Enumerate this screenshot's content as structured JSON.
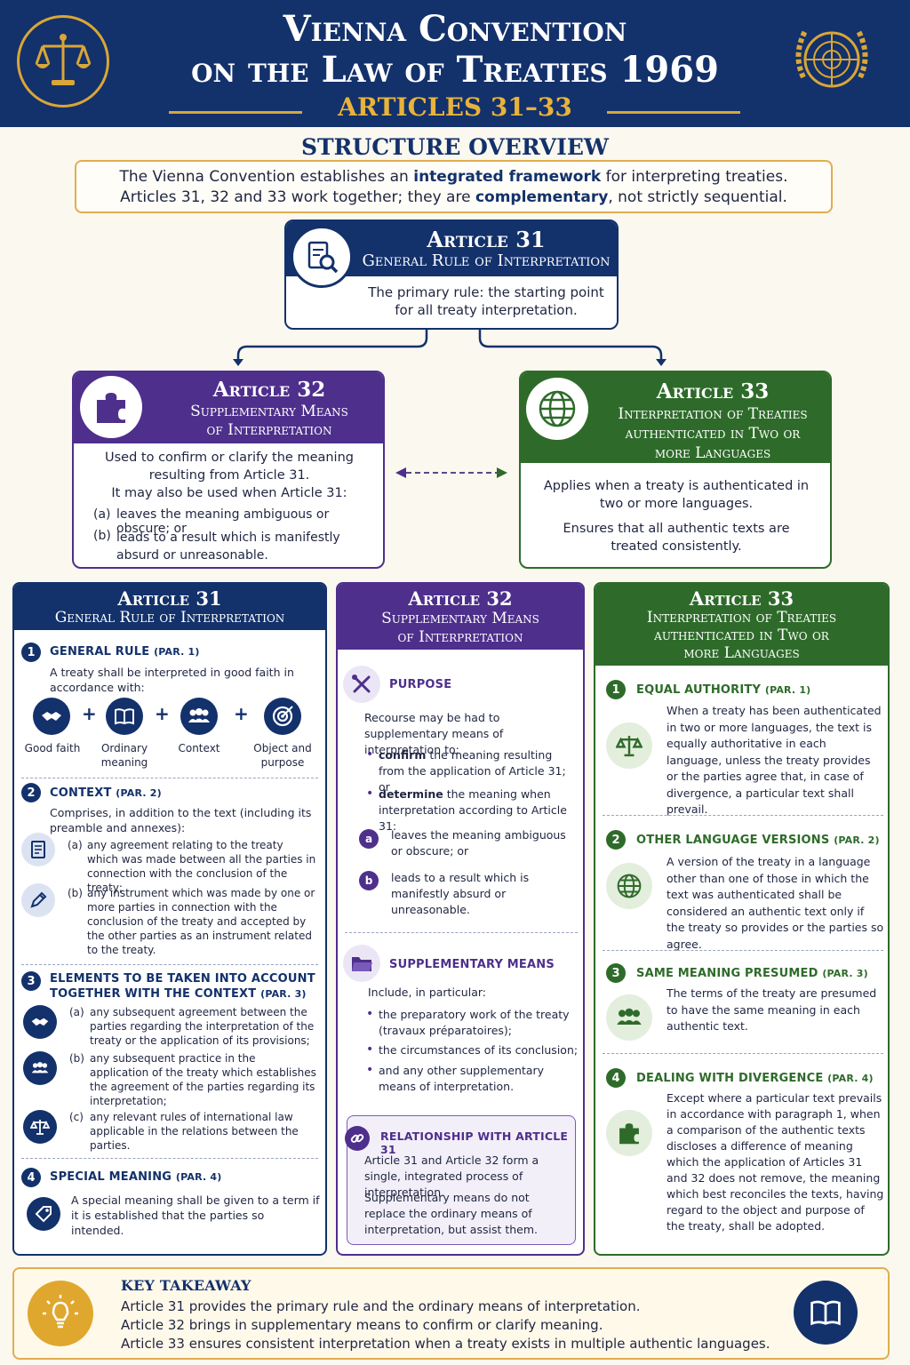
{
  "header": {
    "title_line1": "Vienna Convention",
    "title_line2": "on the Law of Treaties 1969",
    "subtitle": "ARTICLES 31–33"
  },
  "overview": {
    "title": "STRUCTURE OVERVIEW",
    "line1_a": "The Vienna Convention establishes an ",
    "line1_b": "integrated framework",
    "line1_c": " for interpreting treaties.",
    "line2_a": "Articles 31, 32 and 33 work together; they are ",
    "line2_b": "complementary",
    "line2_c": ", not strictly sequential."
  },
  "art31_top": {
    "title": "Article 31",
    "subtitle": "General Rule of Interpretation",
    "text1": "The primary rule: the starting point",
    "text2": "for all treaty interpretation."
  },
  "art32_top": {
    "title": "Article 32",
    "subtitle1": "Supplementary Means",
    "subtitle2": "of Interpretation",
    "l1": "Used to confirm or clarify the meaning",
    "l2": "resulting from Article 31.",
    "l3": "It may also be used when Article 31:",
    "a_label": "(a)",
    "a": "leaves the meaning ambiguous or obscure; or",
    "b_label": "(b)",
    "b1": "leads to a result which is manifestly",
    "b2": "absurd or unreasonable."
  },
  "art33_top": {
    "title": "Article 33",
    "subtitle1": "Interpretation of Treaties",
    "subtitle2": "authenticated in Two or",
    "subtitle3": "more Languages",
    "l1": "Applies when a treaty is authenticated in",
    "l2": "two or more languages.",
    "l3": "Ensures that all authentic texts are",
    "l4": "treated consistently."
  },
  "col31": {
    "title": "Article 31",
    "subtitle": "General Rule of Interpretation",
    "s1": {
      "num": "1",
      "head": "GENERAL RULE",
      "par": "(PAR. 1)",
      "text1": "A treaty shall be interpreted in good faith in",
      "text2": "accordance with:",
      "plus": "+",
      "i1": "Good faith",
      "i2a": "Ordinary",
      "i2b": "meaning",
      "i3": "Context",
      "i4a": "Object and",
      "i4b": "purpose"
    },
    "s2": {
      "num": "2",
      "head": "CONTEXT",
      "par": "(PAR. 2)",
      "text1": "Comprises, in addition to the text (including its",
      "text2": "preamble and annexes):",
      "a_label": "(a)",
      "a": "any agreement relating to the treaty which was made between all the parties in connection with the conclusion of the treaty;",
      "b_label": "(b)",
      "b": "any instrument which was made by one or more parties in connection with the conclusion of the treaty and accepted by the other parties as an instrument related to the treaty."
    },
    "s3": {
      "num": "3",
      "head1": "ELEMENTS TO BE TAKEN INTO ACCOUNT",
      "head2": "TOGETHER WITH THE CONTEXT",
      "par": "(PAR. 3)",
      "a_label": "(a)",
      "a": "any subsequent agreement between the parties regarding the interpretation of the treaty or the application of its provisions;",
      "b_label": "(b)",
      "b": "any subsequent practice in the application of the treaty which establishes the agreement of the parties regarding its interpretation;",
      "c_label": "(c)",
      "c": "any relevant rules of international law applicable in the relations between the parties."
    },
    "s4": {
      "num": "4",
      "head": "SPECIAL MEANING",
      "par": "(PAR. 4)",
      "text": "A special meaning shall be given to a term if it is established that the parties so intended."
    }
  },
  "col32": {
    "title": "Article 32",
    "subtitle1": "Supplementary Means",
    "subtitle2": "of Interpretation",
    "purpose": {
      "head": "PURPOSE",
      "text": "Recourse may be had to supplementary means of interpretation to:",
      "b1_bold": "confirm",
      "b1": " the meaning resulting from the application of Article 31; or",
      "b2_bold": "determine",
      "b2": " the meaning when interpretation according to Article 31:",
      "a_label": "a",
      "a": "leaves the meaning ambiguous or obscure; or",
      "b_label": "b",
      "b": "leads to a result which is manifestly absurd or unreasonable."
    },
    "means": {
      "head": "SUPPLEMENTARY MEANS",
      "text": "Include, in particular:",
      "i1": "the preparatory work of the treaty (travaux préparatoires);",
      "i2": "the circumstances of its conclusion;",
      "i3": "and any other supplementary means of interpretation."
    },
    "rel": {
      "head": "RELATIONSHIP WITH ARTICLE 31",
      "t1": "Article 31 and Article 32 form a single, integrated process of interpretation.",
      "t2": "Supplementary means do not replace the ordinary means of interpretation, but assist them."
    }
  },
  "col33": {
    "title": "Article 33",
    "subtitle1": "Interpretation of Treaties",
    "subtitle2": "authenticated in Two or",
    "subtitle3": "more Languages",
    "s1": {
      "num": "1",
      "head": "EQUAL AUTHORITY",
      "par": "(PAR. 1)",
      "text": "When a treaty has been authenticated in two or more languages, the text is equally authoritative in each language, unless the treaty provides or the parties agree that, in case of divergence, a particular text shall prevail."
    },
    "s2": {
      "num": "2",
      "head": "OTHER LANGUAGE VERSIONS",
      "par": "(PAR. 2)",
      "text": "A version of the treaty in a language other than one of those in which the text was authenticated shall be considered an authentic text only if the treaty so provides or the parties so agree."
    },
    "s3": {
      "num": "3",
      "head": "SAME MEANING PRESUMED",
      "par": "(PAR. 3)",
      "text": "The terms of the treaty are presumed to have the same meaning in each authentic text."
    },
    "s4": {
      "num": "4",
      "head": "DEALING WITH DIVERGENCE",
      "par": "(PAR. 4)",
      "text": "Except where a particular text prevails in accordance with paragraph 1, when a comparison of the authentic texts discloses a difference of meaning which the application of Articles 31 and 32 does not remove, the meaning which best reconciles the texts, having regard to the object and purpose of the treaty, shall be adopted."
    }
  },
  "takeaway": {
    "title": "KEY TAKEAWAY",
    "l1": "Article 31 provides the primary rule and the ordinary means of interpretation.",
    "l2": "Article 32 brings in supplementary means to confirm or clarify meaning.",
    "l3": "Article 33 ensures consistent interpretation when a treaty exists in multiple authentic languages."
  },
  "colors": {
    "navy": "#13316b",
    "purple": "#4e2f8c",
    "green": "#2e6b2a",
    "gold": "#d9a637"
  }
}
